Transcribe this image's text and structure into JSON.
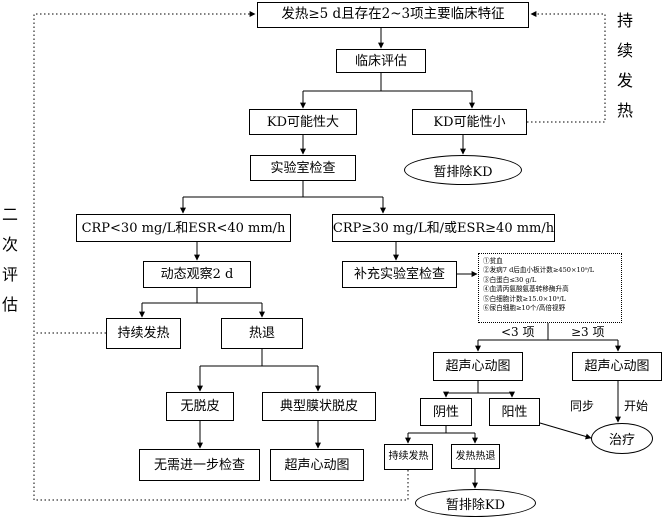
{
  "nodes": {
    "fever_criteria": "发热≥5 d且存在2~3项主要临床特征",
    "clinical_eval": "临床评估",
    "kd_likely": "KD可能性大",
    "kd_unlikely": "KD可能性小",
    "exclude_kd_top": "暂排除KD",
    "lab_test": "实验室检查",
    "crp_low": "CRP<30 mg/L和ESR<40 mm/h",
    "crp_high": "CRP≥30 mg/L和/或ESR≥40 mm/h",
    "observe": "动态观察2 d",
    "supplement_lab": "补充实验室检查",
    "persistent_fever": "持续发热",
    "fever_resolved": "热退",
    "no_peeling": "无脱皮",
    "typical_peeling": "典型膜状脱皮",
    "no_further": "无需进一步检查",
    "echo_left": "超声心动图",
    "echo_mid": "超声心动图",
    "echo_right": "超声心动图",
    "negative": "阴性",
    "positive": "阳性",
    "persist_fever_small": "持续发热",
    "fever_down_small": "发热热退",
    "exclude_kd_bottom": "暂排除KD",
    "treatment": "治疗"
  },
  "criteria_list": [
    "①贫血",
    "②发病7 d后血小板计数≥450×10⁹/L",
    "③白蛋白≤30 g/L",
    "④血清丙氨酸氨基转移酶升高",
    "⑤白细胞计数≥15.0×10⁹/L",
    "⑥尿白细胞≥10个/高倍视野"
  ],
  "edge_labels": {
    "lt3": "<3 项",
    "ge3": "≥3 项",
    "sync": "同步",
    "start": "开始"
  },
  "side_labels": {
    "right": [
      "持",
      "续",
      "发",
      "热"
    ],
    "left": [
      "二",
      "次",
      "评",
      "估"
    ]
  }
}
